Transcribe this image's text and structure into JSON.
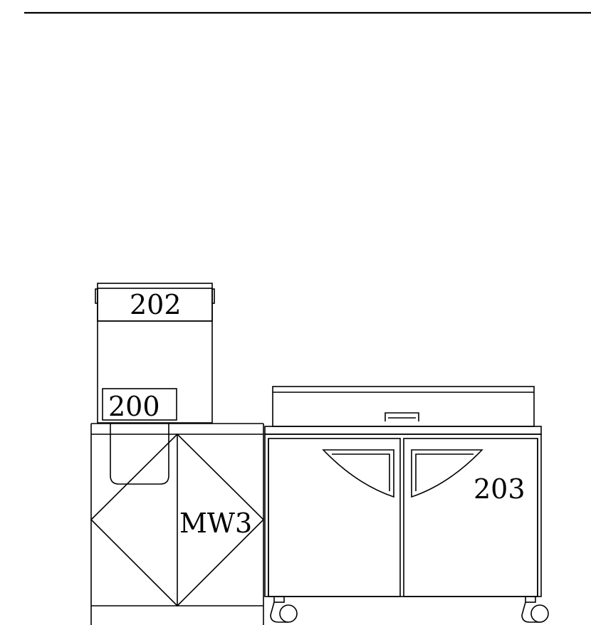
{
  "labels": {
    "tag_202": "202",
    "tag_200": "200",
    "tag_mw3": "MW3",
    "tag_203": "203"
  },
  "colors": {
    "line": "#000000",
    "background": "#ffffff"
  }
}
